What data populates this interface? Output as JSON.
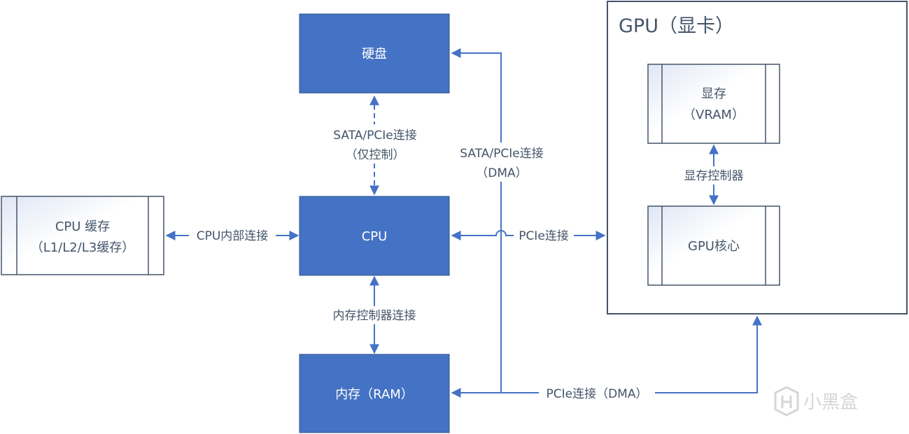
{
  "colors": {
    "accent": "#4472c4",
    "text_dark": "#44546a",
    "box_text": "#ffffff",
    "frame_border": "#44546a"
  },
  "nodes": {
    "disk": "硬盘",
    "cpu": "CPU",
    "ram": "内存（RAM）",
    "cpu_cache_line1": "CPU 缓存",
    "cpu_cache_line2": "（L1/L2/L3缓存）",
    "gpu_title": "GPU（显卡）",
    "vram_line1": "显存",
    "vram_line2": "（VRAM）",
    "gpu_core": "GPU核心"
  },
  "connections": {
    "disk_cpu_line1": "SATA/PCIe连接",
    "disk_cpu_line2": "（仅控制）",
    "disk_dma_line1": "SATA/PCIe连接",
    "disk_dma_line2": "（DMA）",
    "cpu_cache": "CPU内部连接",
    "cpu_gpu": "PCIe连接",
    "cpu_ram": "内存控制器连接",
    "ram_gpu": "PCIe连接（DMA）",
    "vram_core": "显存控制器"
  },
  "watermark": "小黑盒"
}
